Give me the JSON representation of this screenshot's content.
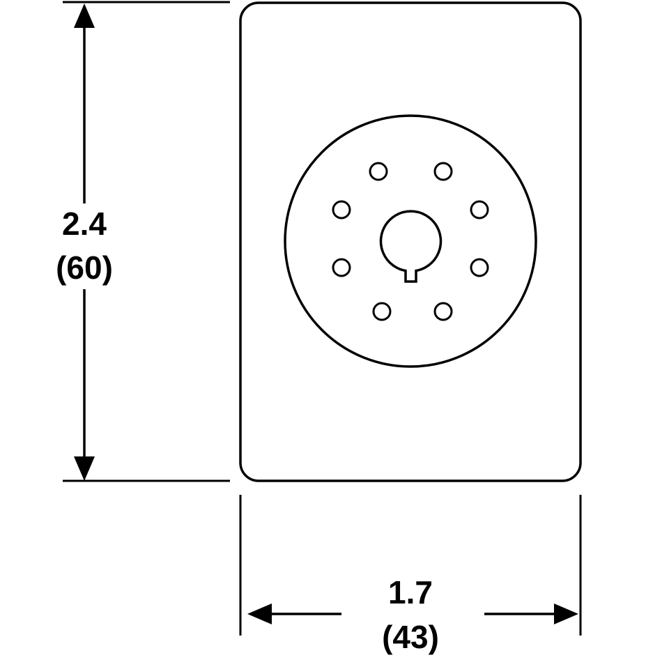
{
  "colors": {
    "stroke": "#000000",
    "background": "#ffffff"
  },
  "dimensions": {
    "height": {
      "inches": "2.4",
      "mm": "(60)"
    },
    "width": {
      "inches": "1.7",
      "mm": "(43)"
    }
  },
  "socket": {
    "pin_count": 8,
    "keyed_center_hole": true
  }
}
